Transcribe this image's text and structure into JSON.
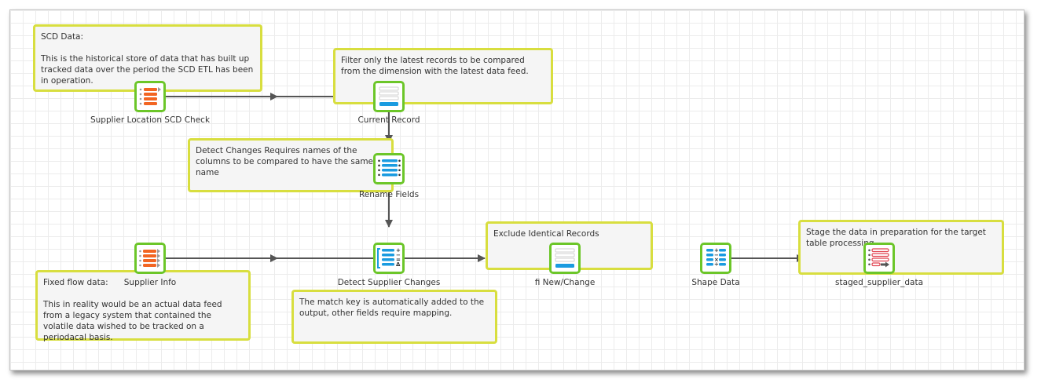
{
  "notes": {
    "scd_data": "SCD Data:\n\nThis is the historical store of data that has built up tracked data over the period the SCD ETL has been in operation.",
    "filter_latest": "Filter only the latest records to be compared from the dimension with the latest data feed.",
    "detect_changes_names": "Detect Changes Requires names of the columns to be compared to have the same name",
    "fixed_flow": "Fixed flow data:\n\nThis in reality would be an actual data feed from a legacy system that contained the volatile data wished to be tracked on a periodacal basis.",
    "match_key": "The match key is automatically added to the output, other fields require mapping.",
    "exclude_identical": "Exclude Identical Records",
    "stage_data": "Stage the data in preparation for the target table processing."
  },
  "tools": {
    "supplier_location_scd_check": "Supplier Location SCD Check",
    "current_record": "Current Record",
    "rename_fields": "Rename Fields",
    "supplier_info": "Supplier Info",
    "detect_supplier_changes": "Detect Supplier Changes",
    "fi_new_change": "fi New/Change",
    "shape_data": "Shape Data",
    "staged_supplier_data": "staged_supplier_data"
  },
  "colors": {
    "note_border": "#d8de3f",
    "tool_border": "#6cc629",
    "source_orange": "#f26522",
    "transform_blue": "#1a9be0",
    "target_red": "#e0424f",
    "wire": "#555555"
  }
}
